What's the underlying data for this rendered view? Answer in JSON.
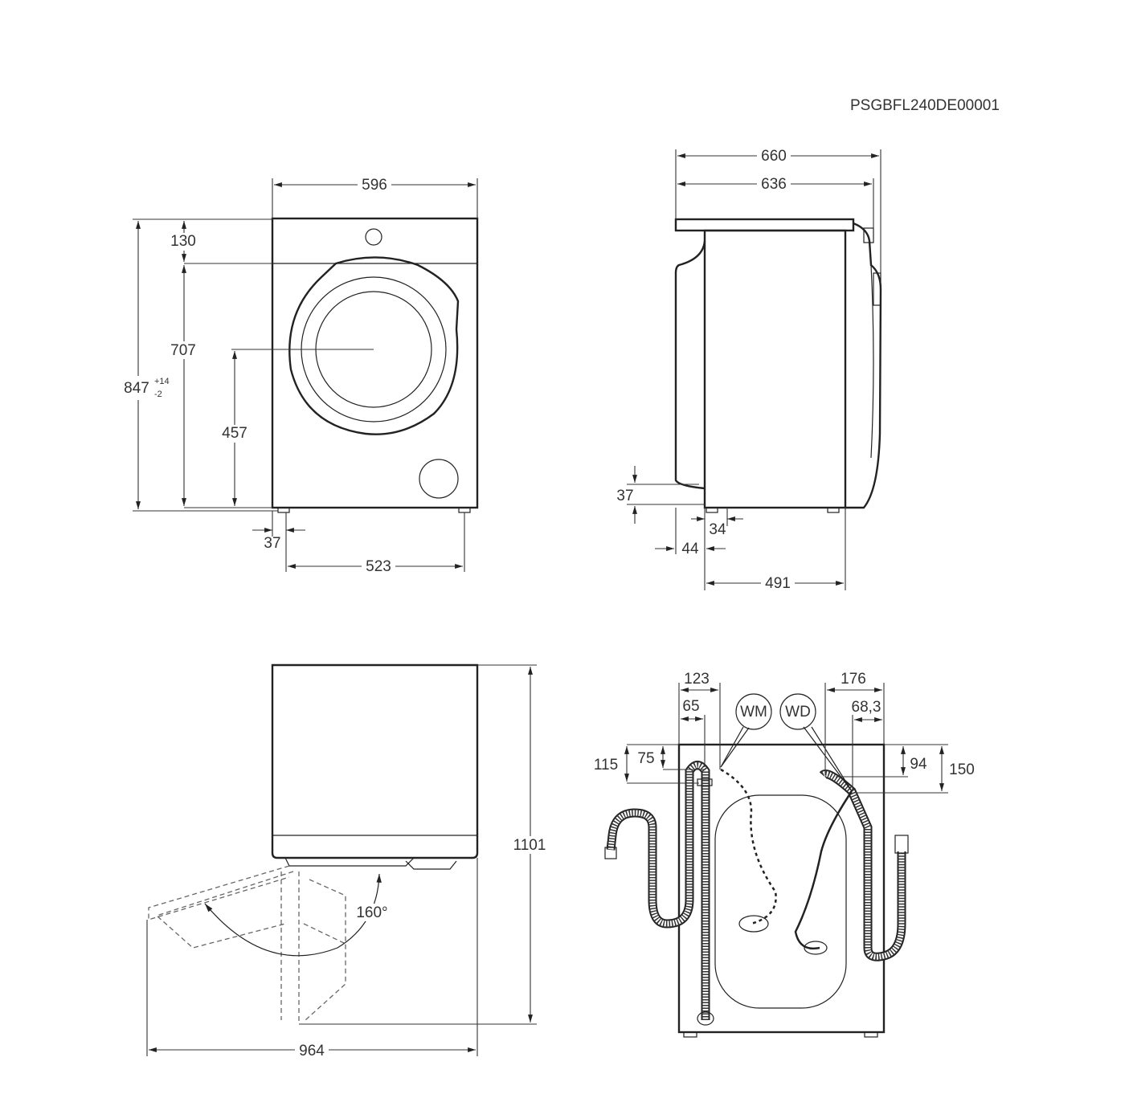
{
  "product_code": "PSGBFL240DE00001",
  "front_view": {
    "width": "596",
    "height_total": "847",
    "height_tolerance_plus": "+14",
    "height_tolerance_minus": "-2",
    "top_panel": "130",
    "door_top_height": "707",
    "door_center_height": "457",
    "foot_offset": "37",
    "feet_spacing": "523"
  },
  "side_view": {
    "depth_total": "660",
    "depth_body": "636",
    "rear_clearance_height": "37",
    "foot_offset": "34",
    "rear_offset": "44",
    "feet_spacing": "491"
  },
  "top_view": {
    "depth_door_open": "964",
    "height": "1101",
    "door_angle": "160°"
  },
  "rear_view": {
    "dim_123": "123",
    "dim_65": "65",
    "dim_176": "176",
    "dim_68_3": "68,3",
    "dim_115": "115",
    "dim_75": "75",
    "dim_94": "94",
    "dim_150": "150",
    "callout_wm": "WM",
    "callout_wd": "WD"
  }
}
